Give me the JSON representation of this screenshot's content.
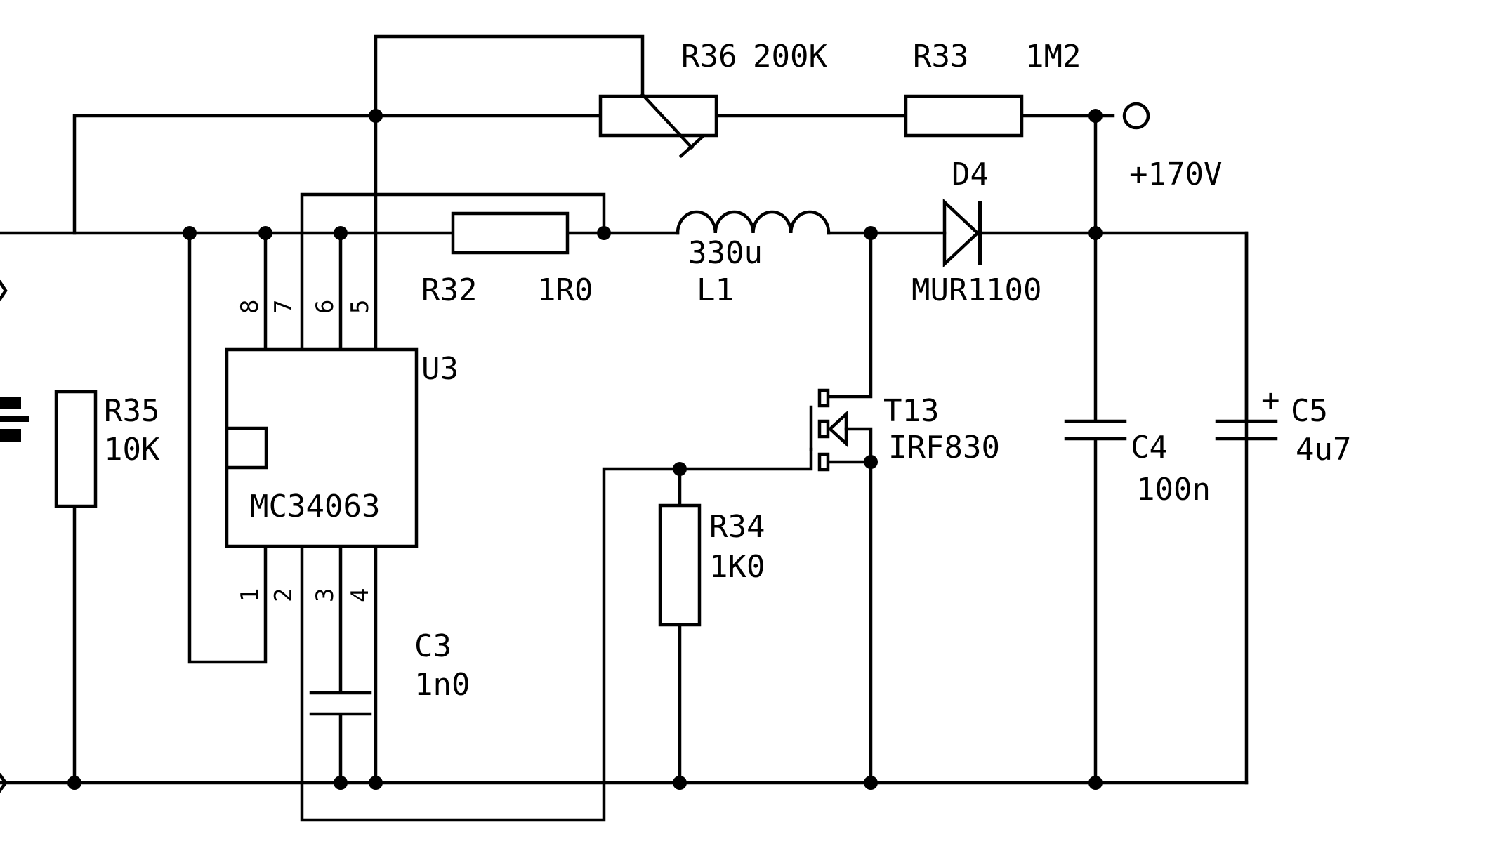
{
  "components": {
    "r36": {
      "ref": "R36",
      "value": "200K"
    },
    "r33": {
      "ref": "R33",
      "value": "1M2"
    },
    "r32": {
      "ref": "R32",
      "value": "1R0"
    },
    "r35": {
      "ref": "R35",
      "value": "10K"
    },
    "r34": {
      "ref": "R34",
      "value": "1K0"
    },
    "l1": {
      "ref": "L1",
      "value": "330u"
    },
    "d4": {
      "ref": "D4",
      "value": "MUR1100"
    },
    "t13": {
      "ref": "T13",
      "value": "IRF830"
    },
    "u3": {
      "ref": "U3",
      "value": "MC34063"
    },
    "c3": {
      "ref": "C3",
      "value": "1n0"
    },
    "c4": {
      "ref": "C4",
      "value": "100n"
    },
    "c5": {
      "ref": "C5",
      "value": "4u7",
      "polarity": "+"
    }
  },
  "output_label": "+170V",
  "pins": {
    "top": [
      "8",
      "7",
      "6",
      "5"
    ],
    "bottom": [
      "1",
      "2",
      "3",
      "4"
    ]
  }
}
